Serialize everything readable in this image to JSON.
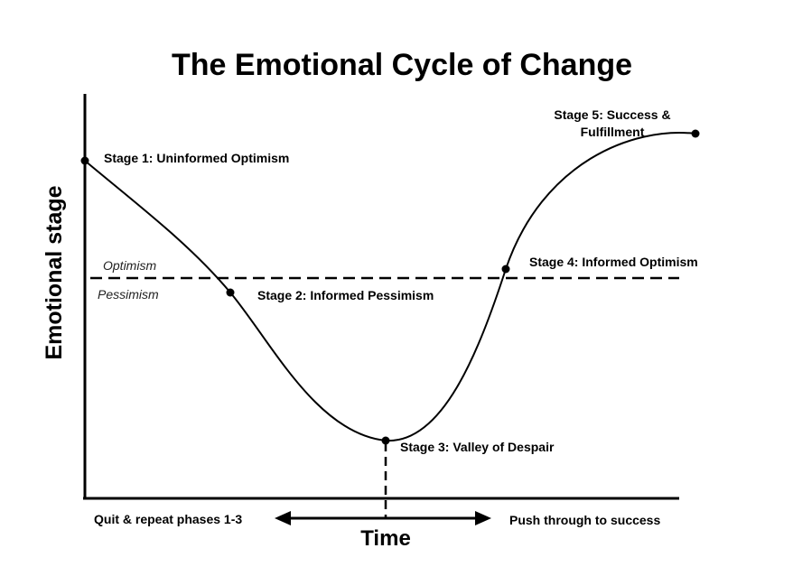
{
  "diagram": {
    "title": "The Emotional Cycle of Change",
    "y_axis_label": "Emotional stage",
    "x_axis_label": "Time",
    "optimism_label": "Optimism",
    "pessimism_label": "Pessimism",
    "left_outcome": "Quit & repeat phases 1-3",
    "right_outcome": "Push through to success",
    "stages": [
      {
        "lines": [
          "Stage 1: Uninformed Optimism"
        ]
      },
      {
        "lines": [
          "Stage 2: Informed Pessimism"
        ]
      },
      {
        "lines": [
          "Stage 3: Valley of Despair"
        ]
      },
      {
        "lines": [
          "Stage 4: Informed Optimism"
        ]
      },
      {
        "lines": [
          "Stage 5: Success &",
          "Fulfillment"
        ]
      }
    ],
    "line_color": "#000000"
  }
}
